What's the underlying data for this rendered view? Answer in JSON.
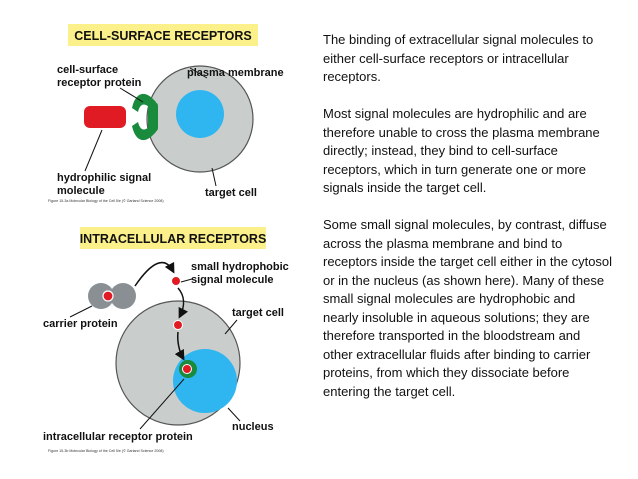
{
  "figure1": {
    "banner": "CELL-SURFACE RECEPTORS",
    "label_receptor_line1": "cell-surface",
    "label_receptor_line2": "receptor protein",
    "label_membrane": "plasma membrane",
    "label_signal_line1": "hydrophilic signal",
    "label_signal_line2": "molecule",
    "label_target": "target cell",
    "caption": "Figure 15-3a Molecular Biology of the Cell 5/e (© Garland Science 2008)"
  },
  "figure2": {
    "banner": "INTRACELLULAR RECEPTORS",
    "label_small_line1": "small hydrophobic",
    "label_small_line2": "signal molecule",
    "label_carrier": "carrier protein",
    "label_target": "target cell",
    "label_nucleus": "nucleus",
    "label_receptor": "intracellular receptor protein",
    "caption": "Figure 15-3b Molecular Biology of the Cell 5/e (© Garland Science 2008)"
  },
  "text": {
    "p1": "The binding of extracellular signal molecules to either cell-surface receptors or intracellular receptors.",
    "p2": "Most signal molecules are hydrophilic and are therefore unable to cross the plasma membrane directly; instead, they bind to cell-surface receptors, which in turn generate one or more signals inside the target cell.",
    "p3": "Some small signal molecules, by contrast, diffuse across the plasma membrane and bind to receptors inside the target cell either in the cytosol or in the nucleus (as shown here). Many of these small signal molecules are hydrophobic and nearly insoluble in aqueous solutions; they are therefore transported in the bloodstream and other extracellular fluids after binding to carrier proteins, from which they dissociate before entering the target cell."
  },
  "colors": {
    "banner": "#fbf08a",
    "cell": "#c9cecc",
    "nucleus": "#2fb6f0",
    "signal_red": "#e01b24",
    "receptor_green": "#1a8a3c",
    "carrier_gray": "#8a8f93"
  }
}
